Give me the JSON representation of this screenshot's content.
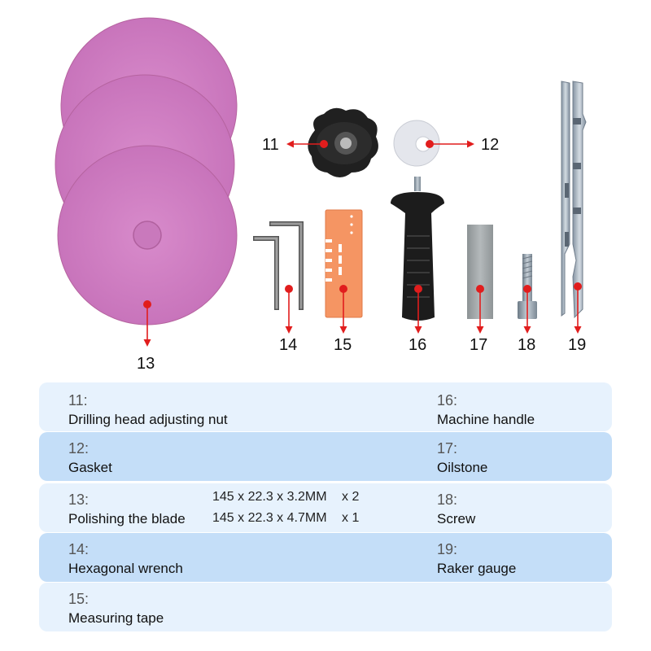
{
  "callouts": {
    "c11": "11",
    "c12": "12",
    "c13": "13",
    "c14": "14",
    "c15": "15",
    "c16": "16",
    "c17": "17",
    "c18": "18",
    "c19": "19"
  },
  "colors": {
    "disc": "#d47ec6",
    "arrow": "#e11d1d",
    "row_light": "#e7f2fd",
    "row_dark": "#c4def8",
    "tape": "#f59563"
  },
  "parts": {
    "p11": {
      "num": "11:",
      "label": "Drilling head adjusting nut"
    },
    "p12": {
      "num": "12:",
      "label": "Gasket"
    },
    "p13": {
      "num": "13:",
      "label": "Polishing the blade",
      "spec1": "145 x 22.3 x 3.2MM",
      "qty1": "x 2",
      "spec2": "145 x 22.3 x 4.7MM",
      "qty2": "x 1"
    },
    "p14": {
      "num": "14:",
      "label": "Hexagonal wrench"
    },
    "p15": {
      "num": "15:",
      "label": "Measuring tape"
    },
    "p16": {
      "num": "16:",
      "label": "Machine handle"
    },
    "p17": {
      "num": "17:",
      "label": "Oilstone"
    },
    "p18": {
      "num": "18:",
      "label": "Screw"
    },
    "p19": {
      "num": "19:",
      "label": "Raker gauge"
    }
  }
}
